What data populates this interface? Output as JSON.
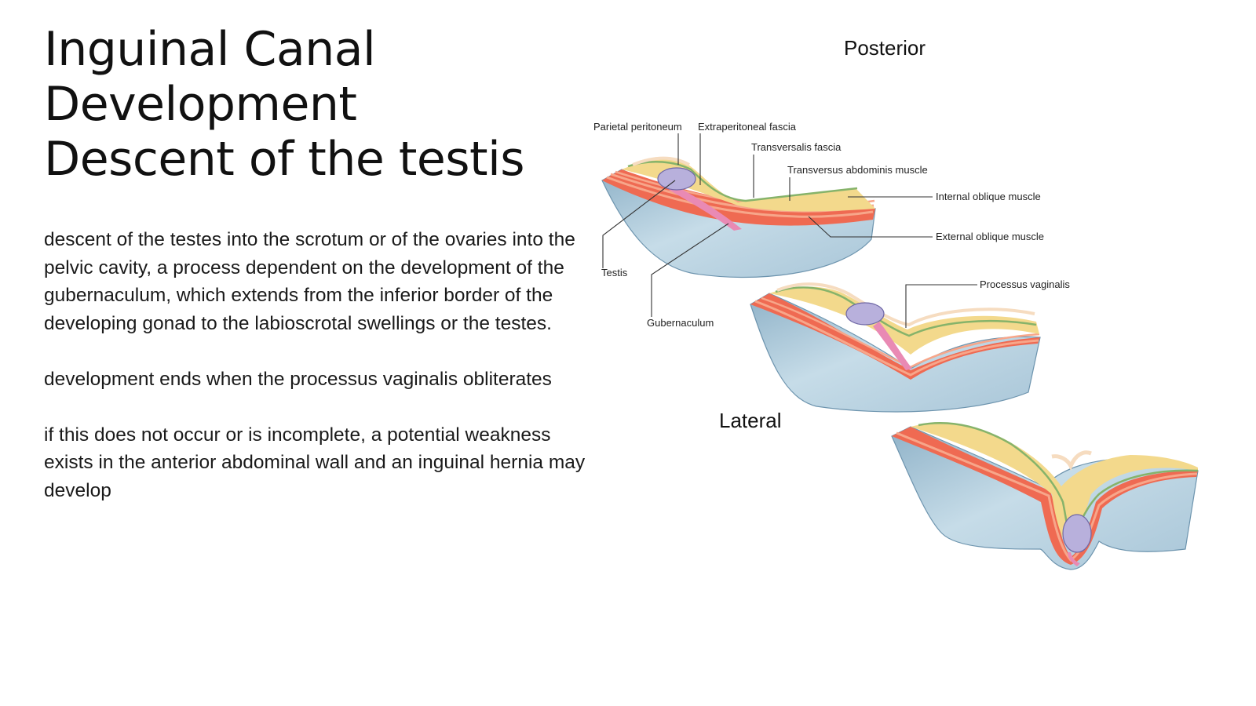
{
  "slide": {
    "title_lines": [
      "Inguinal Canal",
      "Development",
      "Descent of the testis"
    ],
    "paragraphs": [
      "descent of the testes into the scrotum or of the ovaries into the pelvic cavity, a process dependent on the development of the gubernaculum, which extends from the inferior border of the developing gonad to the labioscrotal swellings or the testes.",
      "development ends when the processus vaginalis obliterates",
      "if this does not occur or is incomplete, a potential weakness exists in the anterior abdominal wall and an inguinal hernia may develop"
    ]
  },
  "diagram": {
    "orientation": {
      "posterior": "Posterior",
      "lateral": "Lateral"
    },
    "labels": {
      "parietal_peritoneum": "Parietal peritoneum",
      "extraperitoneal_fascia": "Extraperitoneal fascia",
      "transversalis_fascia": "Transversalis fascia",
      "transversus_abdominis": "Transversus abdominis muscle",
      "internal_oblique": "Internal oblique muscle",
      "external_oblique": "External oblique muscle",
      "testis": "Testis",
      "gubernaculum": "Gubernaculum",
      "processus_vaginalis": "Processus vaginalis"
    },
    "colors": {
      "skin_blue": "#b9d3e2",
      "skin_blue_dark": "#8fb2c8",
      "muscle_red": "#ef6a52",
      "muscle_light": "#f7a68a",
      "fascia_yellow": "#f3d98c",
      "fascia_green": "#86b36a",
      "peritoneum_cream": "#f6dcc0",
      "testis_purple": "#b8b0dc",
      "gubernaculum_pink": "#e98ab4"
    }
  }
}
